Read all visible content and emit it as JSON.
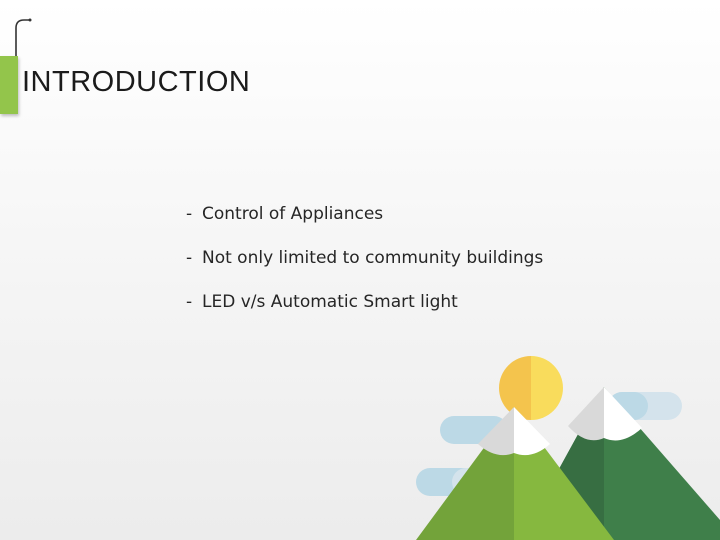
{
  "slide": {
    "title": "INTRODUCTION",
    "bullets": [
      {
        "dash": "-",
        "text": "Control of Appliances"
      },
      {
        "dash": "-",
        "text": "Not only limited to community buildings"
      },
      {
        "dash": "-",
        "text": "LED v/s Automatic Smart light"
      }
    ]
  },
  "colors": {
    "accent_tab": "#93c54b",
    "sun_light": "#f9dc5c",
    "sun_dark": "#f4c44d",
    "mountain_light_green": "#86b83f",
    "mountain_dark_green": "#3f7f4a",
    "cloud": "#bcd9e6"
  },
  "decor": {
    "icons": [
      "hook-icon",
      "sun-icon",
      "mountain-icon",
      "cloud-icon"
    ]
  }
}
